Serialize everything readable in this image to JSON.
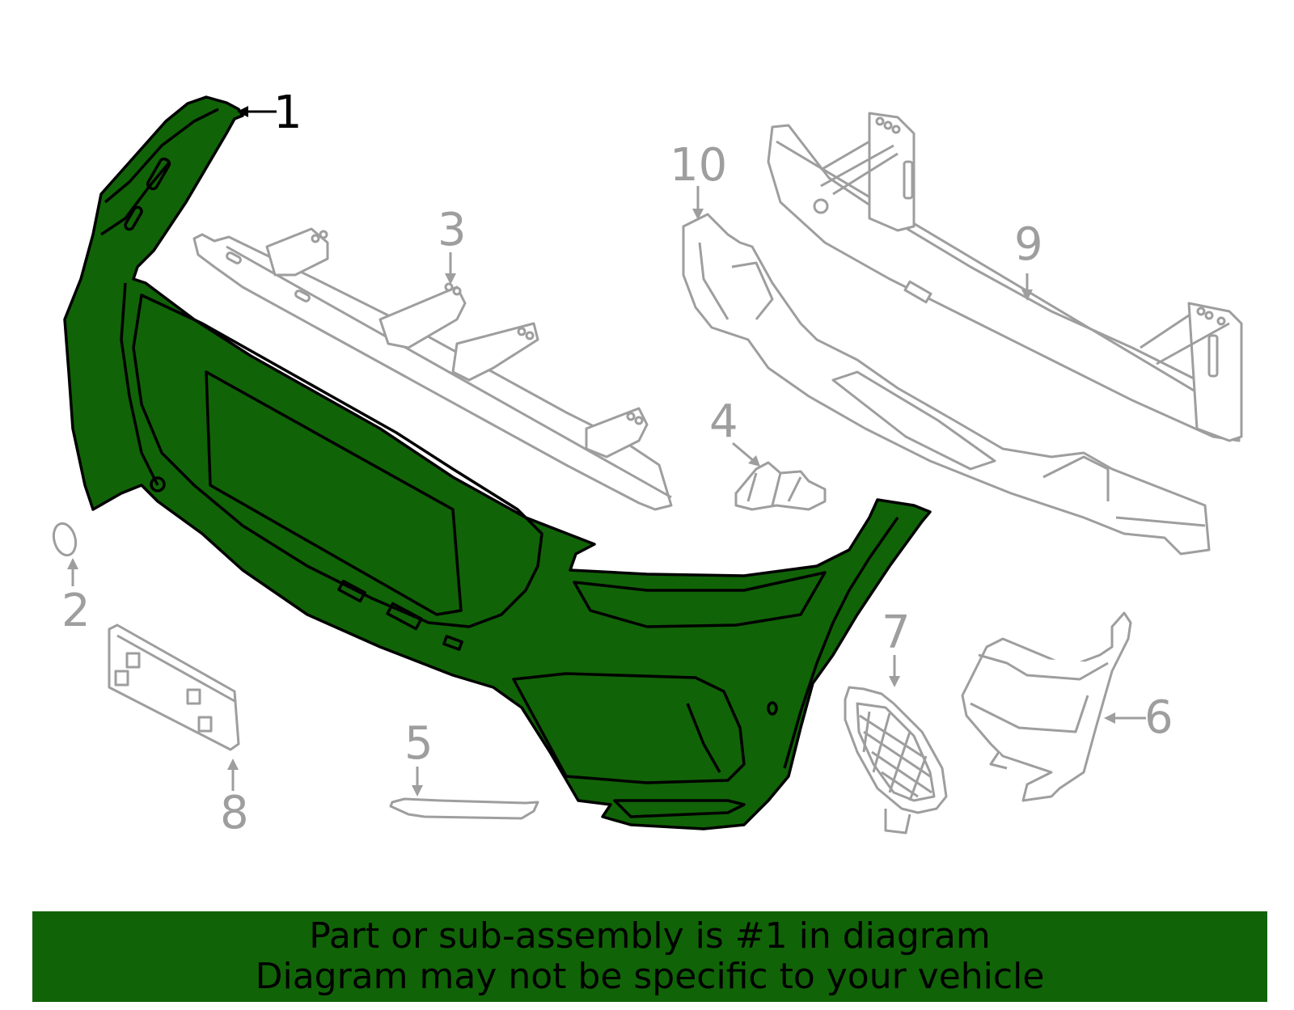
{
  "diagram": {
    "highlight_color": "#116307",
    "outline_color": "#000000",
    "inactive_color": "#9e9e9e",
    "highlighted_part": "1",
    "callouts": [
      {
        "number": "1",
        "part": "bumper-cover",
        "active": true
      },
      {
        "number": "2",
        "part": "tow-hook-cap",
        "active": false
      },
      {
        "number": "3",
        "part": "upper-support-bracket",
        "active": false
      },
      {
        "number": "4",
        "part": "side-bracket",
        "active": false
      },
      {
        "number": "5",
        "part": "lower-trim-strip",
        "active": false
      },
      {
        "number": "6",
        "part": "fog-lamp-housing",
        "active": false
      },
      {
        "number": "7",
        "part": "fog-lamp-grille",
        "active": false
      },
      {
        "number": "8",
        "part": "license-plate-bracket",
        "active": false
      },
      {
        "number": "9",
        "part": "reinforcement-beam",
        "active": false
      },
      {
        "number": "10",
        "part": "energy-absorber",
        "active": false
      }
    ]
  },
  "banner": {
    "line1": "Part or sub-assembly is #1 in diagram",
    "line2": "Diagram may not be specific to your vehicle",
    "background": "#116307"
  }
}
